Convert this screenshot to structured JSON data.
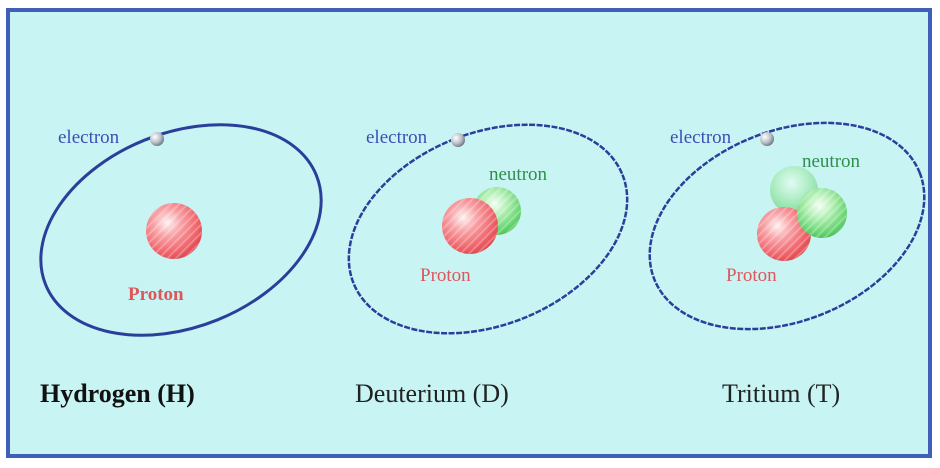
{
  "atoms": [
    {
      "name": "Hydrogen (H)",
      "electron_label": "electron",
      "proton_label": "Proton",
      "neutron_label": ""
    },
    {
      "name": "Deuterium (D)",
      "electron_label": "electron",
      "proton_label": "Proton",
      "neutron_label": "neutron"
    },
    {
      "name": "Tritium (T)",
      "electron_label": "electron",
      "proton_label": "Proton",
      "neutron_label": "neutron"
    }
  ],
  "colors": {
    "background": "#c9f4f4",
    "border": "#3f5fb8",
    "orbit": "#2a3f9a",
    "proton": "#f07b80",
    "neutron": "#7fe08a",
    "electron": "#9aa0a8"
  }
}
